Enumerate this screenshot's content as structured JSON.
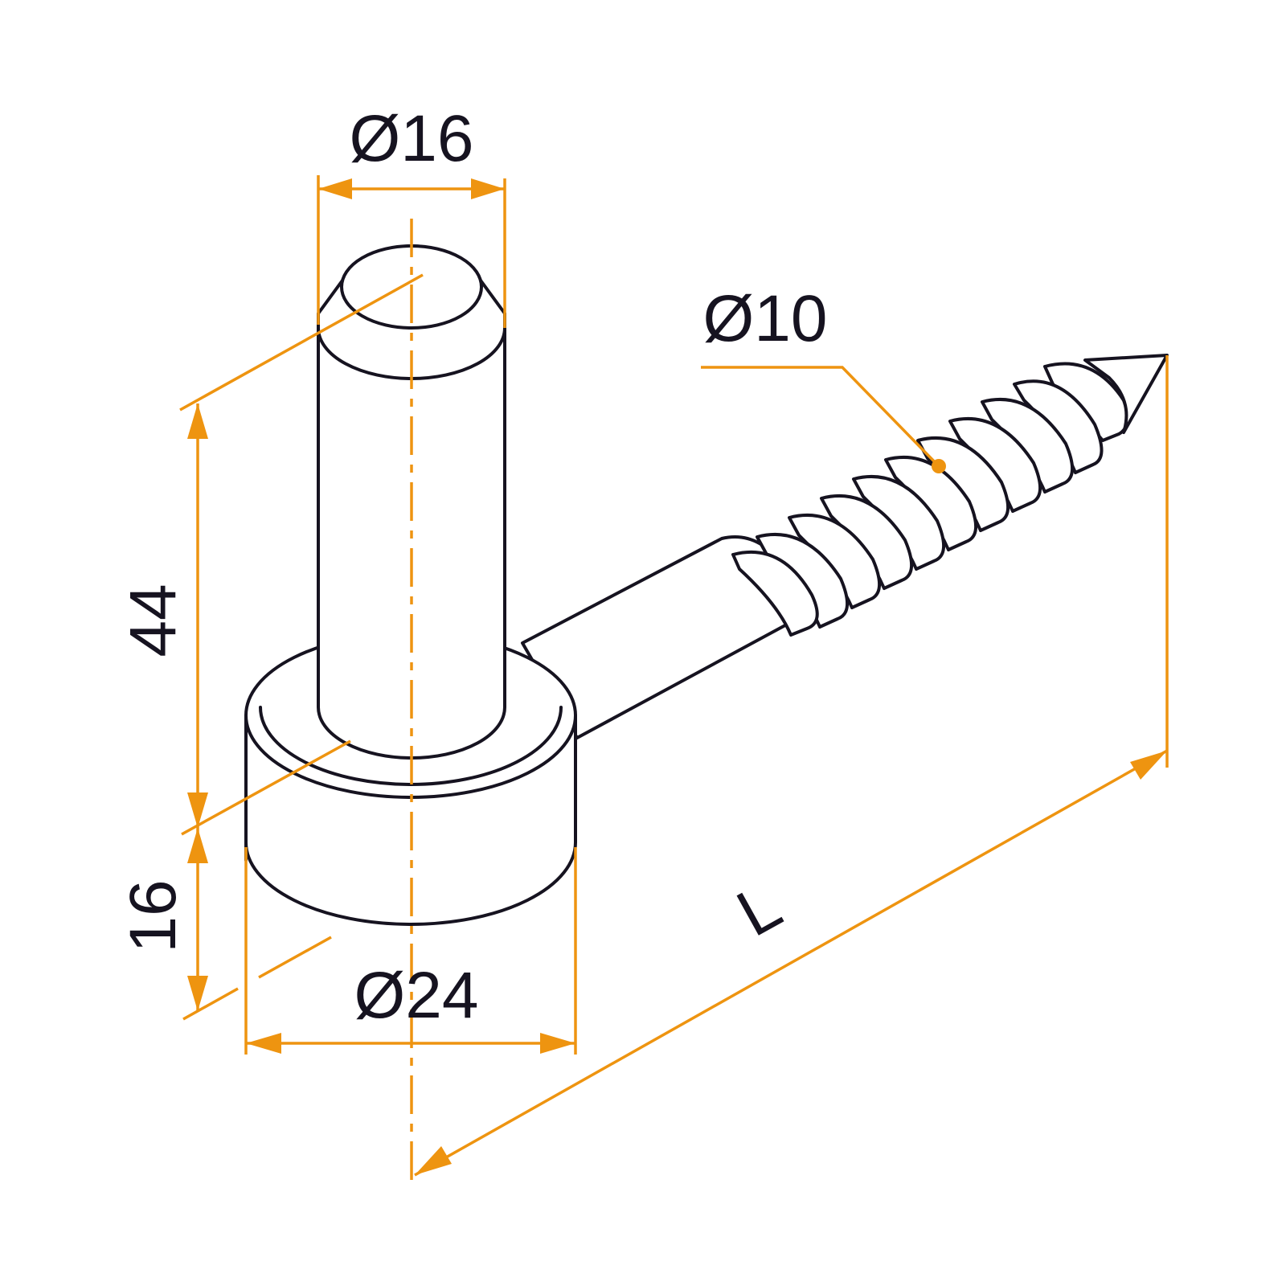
{
  "drawing": {
    "labels": {
      "pin_diameter": "Ø16",
      "screw_diameter": "Ø10",
      "pin_height": "44",
      "base_height": "16",
      "base_diameter": "Ø24",
      "length": "L"
    },
    "colors": {
      "outline": "#161320",
      "dimension": "#ee9410",
      "background": "#ffffff"
    }
  }
}
